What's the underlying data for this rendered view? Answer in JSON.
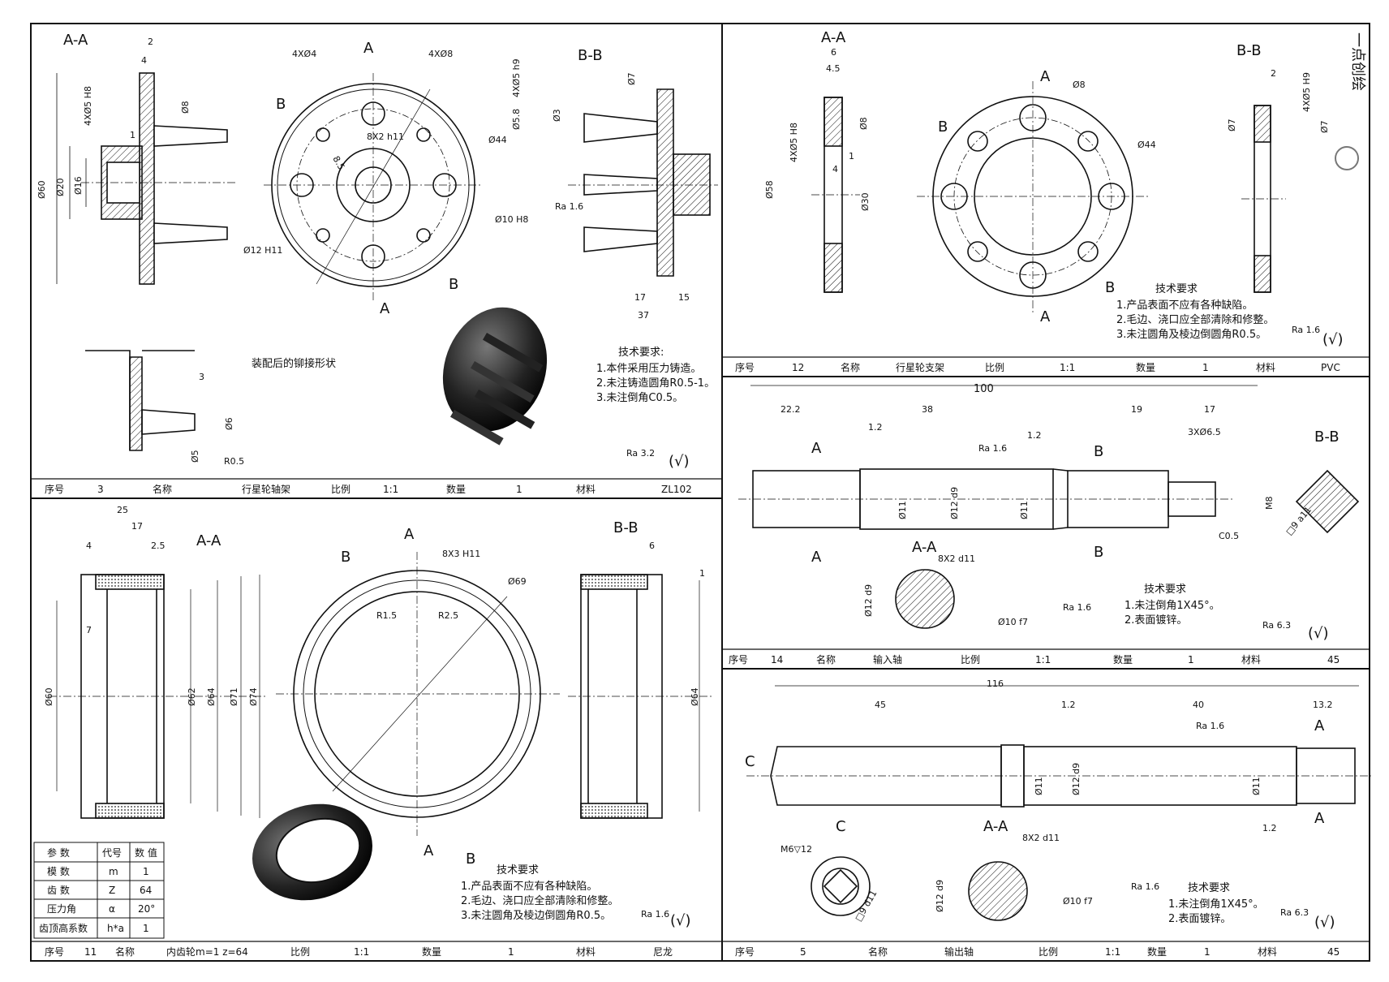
{
  "watermark": "一点创绘",
  "carrier": {
    "view_aa": "A-A",
    "view_bb": "B-B",
    "sec_a": "A",
    "sec_b": "B",
    "dims": {
      "d2": "2",
      "d4": "4",
      "d1": "1",
      "d5h8": "4XØ5 H8",
      "d8": "Ø8",
      "d60": "Ø60",
      "d20": "Ø20",
      "d16": "Ø16",
      "d12h11": "Ø12 H11",
      "d4x4": "4XØ4",
      "d4x8": "4XØ8",
      "spline": "8X2 h11",
      "r85": "8.5",
      "d44": "Ø44",
      "d10h8": "Ø10 H8",
      "ra16": "Ra 1.6",
      "d5h9": "4XØ5 h9",
      "d58": "Ø5.8",
      "d3": "Ø3",
      "d7": "Ø7",
      "d17": "17",
      "d15": "15",
      "d37": "37",
      "dim3": "3",
      "dim6": "Ø6",
      "dim5": "Ø5",
      "r05": "R0.5",
      "ra32": "Ra 3.2"
    },
    "note_riveted": "装配后的铆接形状",
    "tech_title": "技术要求:",
    "tech": [
      "1.本件采用压力铸造。",
      "2.未注铸造圆角R0.5-1。",
      "3.未注倒角C0.5。"
    ],
    "titleblock": [
      "序号",
      "3",
      "名称",
      "行星轮轴架",
      "比例",
      "1:1",
      "数量",
      "1",
      "材料",
      "ZL102"
    ]
  },
  "ring": {
    "view_aa": "A-A",
    "view_bb": "B-B",
    "dims": {
      "d25": "25",
      "d17": "17",
      "d4": "4",
      "d25b": "2.5",
      "d7": "7",
      "d60": "Ø60",
      "d62": "Ø62",
      "d64": "Ø64",
      "d71": "Ø71",
      "d74": "Ø74",
      "d69": "Ø69",
      "key": "8X3 H11",
      "r15": "R1.5",
      "r25": "R2.5",
      "d6": "6",
      "d1": "1",
      "d64b": "Ø64"
    },
    "params_head": [
      "参 数",
      "代号",
      "数 值"
    ],
    "params": [
      [
        "模 数",
        "m",
        "1"
      ],
      [
        "齿 数",
        "Z",
        "64"
      ],
      [
        "压力角",
        "α",
        "20°"
      ],
      [
        "齿顶高系数",
        "h*a",
        "1"
      ]
    ],
    "tech_title": "技术要求",
    "tech": [
      "1.产品表面不应有各种缺陷。",
      "2.毛边、浇口应全部清除和修整。",
      "3.未注圆角及棱边倒圆角R0.5。"
    ],
    "ra16": "Ra 1.6",
    "titleblock": [
      "序号",
      "11",
      "名称",
      "内齿轮m=1 z=64",
      "比例",
      "1:1",
      "数量",
      "1",
      "材料",
      "尼龙"
    ]
  },
  "bracket": {
    "view_aa": "A-A",
    "view_bb": "B-B",
    "dims": {
      "d6": "6",
      "d45": "4.5",
      "d5h8": "4XØ5 H8",
      "d8": "Ø8",
      "d58": "Ø58",
      "d4": "4",
      "d1": "1",
      "d30": "Ø30",
      "d8b": "Ø8",
      "d44": "Ø44",
      "d2": "2",
      "d5h9": "4XØ5 H9",
      "d7": "Ø7",
      "d7b": "Ø7"
    },
    "tech_title": "技术要求",
    "tech": [
      "1.产品表面不应有各种缺陷。",
      "2.毛边、浇口应全部清除和修整。",
      "3.未注圆角及棱边倒圆角R0.5。"
    ],
    "ra16": "Ra 1.6",
    "titleblock": [
      "序号",
      "12",
      "名称",
      "行星轮支架",
      "比例",
      "1:1",
      "数量",
      "1",
      "材料",
      "PVC"
    ]
  },
  "input_shaft": {
    "view_bb": "B-B",
    "view_aa": "A-A",
    "dims": {
      "d100": "100",
      "d222": "22.2",
      "d38": "38",
      "d19": "19",
      "d17": "17",
      "d12": "1.2",
      "d12b": "1.2",
      "d3x65": "3XØ6.5",
      "ra16": "Ra 1.6",
      "d11": "Ø11",
      "d12d9": "Ø12 d9",
      "d11b": "Ø11",
      "m8": "M8",
      "sq9": "□9 a11",
      "c05": "C0.5",
      "spline": "8X2 d11",
      "d12d9b": "Ø12 d9",
      "d10f7": "Ø10 f7",
      "ra16b": "Ra 1.6",
      "ra63": "Ra 6.3"
    },
    "tech_title": "技术要求",
    "tech": [
      "1.未注倒角1X45°。",
      "2.表面镀锌。"
    ],
    "titleblock": [
      "序号",
      "14",
      "名称",
      "输入轴",
      "比例",
      "1:1",
      "数量",
      "1",
      "材料",
      "45"
    ]
  },
  "output_shaft": {
    "view_c": "C",
    "view_aa": "A-A",
    "dims": {
      "d116": "116",
      "d45": "45",
      "d12": "1.2",
      "d40": "40",
      "d132": "13.2",
      "ra16": "Ra 1.6",
      "d11": "Ø11",
      "d12d9": "Ø12 d9",
      "d11b": "Ø11",
      "d12b": "1.2",
      "m6": "M6▽12",
      "sq9": "□9 d11",
      "spline": "8X2 d11",
      "d12d9b": "Ø12 d9",
      "d10f7": "Ø10 f7",
      "ra16b": "Ra 1.6",
      "ra63": "Ra 6.3"
    },
    "tech_title": "技术要求",
    "tech": [
      "1.未注倒角1X45°。",
      "2.表面镀锌。"
    ],
    "titleblock": [
      "序号",
      "5",
      "名称",
      "输出轴",
      "比例",
      "1:1",
      "数量",
      "1",
      "材料",
      "45"
    ]
  },
  "rough": "(√)"
}
